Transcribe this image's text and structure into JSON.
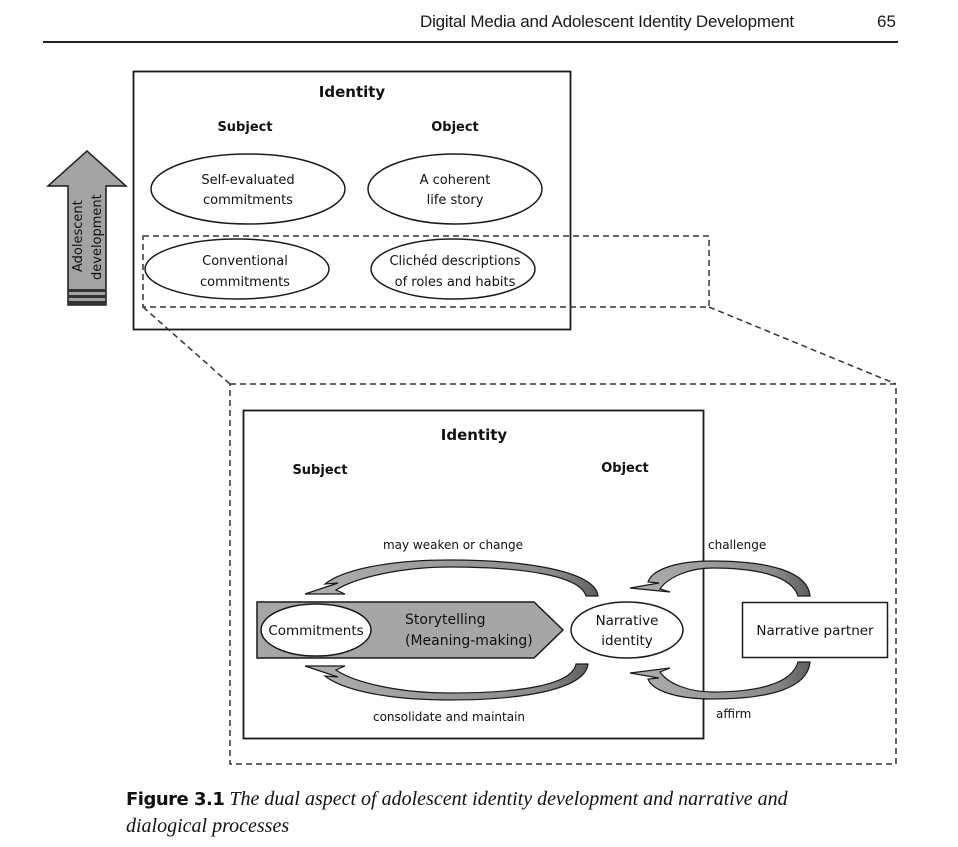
{
  "header": {
    "running_title": "Digital Media and Adolescent Identity Development",
    "page_number": "65"
  },
  "figure": {
    "top_panel": {
      "title": "Identity",
      "subject_label": "Subject",
      "object_label": "Object",
      "upper_subject": [
        "Self-evaluated",
        "commitments"
      ],
      "upper_object": [
        "A coherent",
        "life story"
      ],
      "lower_subject": [
        "Conventional",
        "commitments"
      ],
      "lower_object": [
        "Clichéd descriptions",
        "of roles and habits"
      ],
      "arrow_label": [
        "Adolescent",
        "development"
      ]
    },
    "bottom_panel": {
      "title": "Identity",
      "subject_label": "Subject",
      "object_label": "Object",
      "top_arrow_label": "may weaken or change",
      "bottom_arrow_label": "consolidate and maintain",
      "commitments": "Commitments",
      "process": [
        "Storytelling",
        "(Meaning-making)"
      ],
      "narrative_identity": [
        "Narrative",
        "identity"
      ],
      "partner": "Narrative partner",
      "challenge_label": "challenge",
      "affirm_label": "affirm"
    },
    "colors": {
      "arrow_fill": "#a3a3a3",
      "arrow_dark": "#6e6e6e",
      "process_fill": "#a6a6a6",
      "line": "#1a1a1a"
    }
  },
  "caption": {
    "label": "Figure 3.1",
    "text": "The dual aspect of adolescent identity development and narrative and dialogical processes"
  }
}
